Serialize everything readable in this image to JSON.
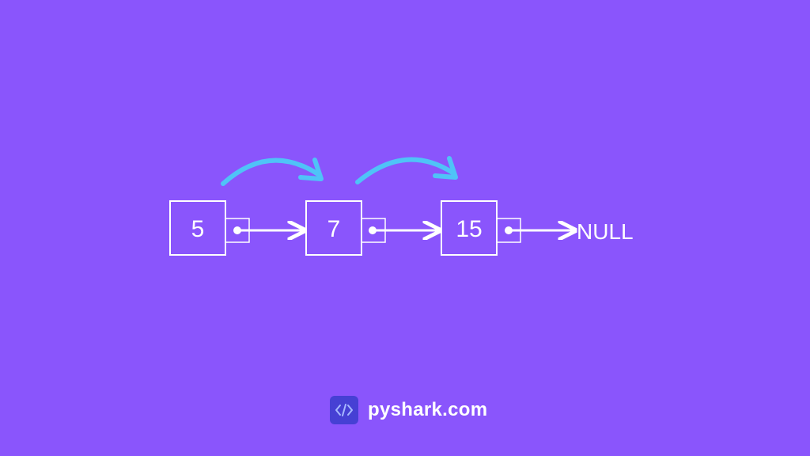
{
  "colors": {
    "background": "#8a55fc",
    "line": "#ffffff",
    "traversal_arrow": "#4fc3f7",
    "logo_background": "#4640d4"
  },
  "nodes": [
    {
      "value": "5"
    },
    {
      "value": "7"
    },
    {
      "value": "15"
    }
  ],
  "terminal": {
    "label": "NULL"
  },
  "traversal_arrows": [
    {
      "from": "5",
      "to": "7"
    },
    {
      "from": "7",
      "to": "15"
    }
  ],
  "brand": {
    "logo_icon": "code-brackets-icon",
    "text": "pyshark.com"
  }
}
